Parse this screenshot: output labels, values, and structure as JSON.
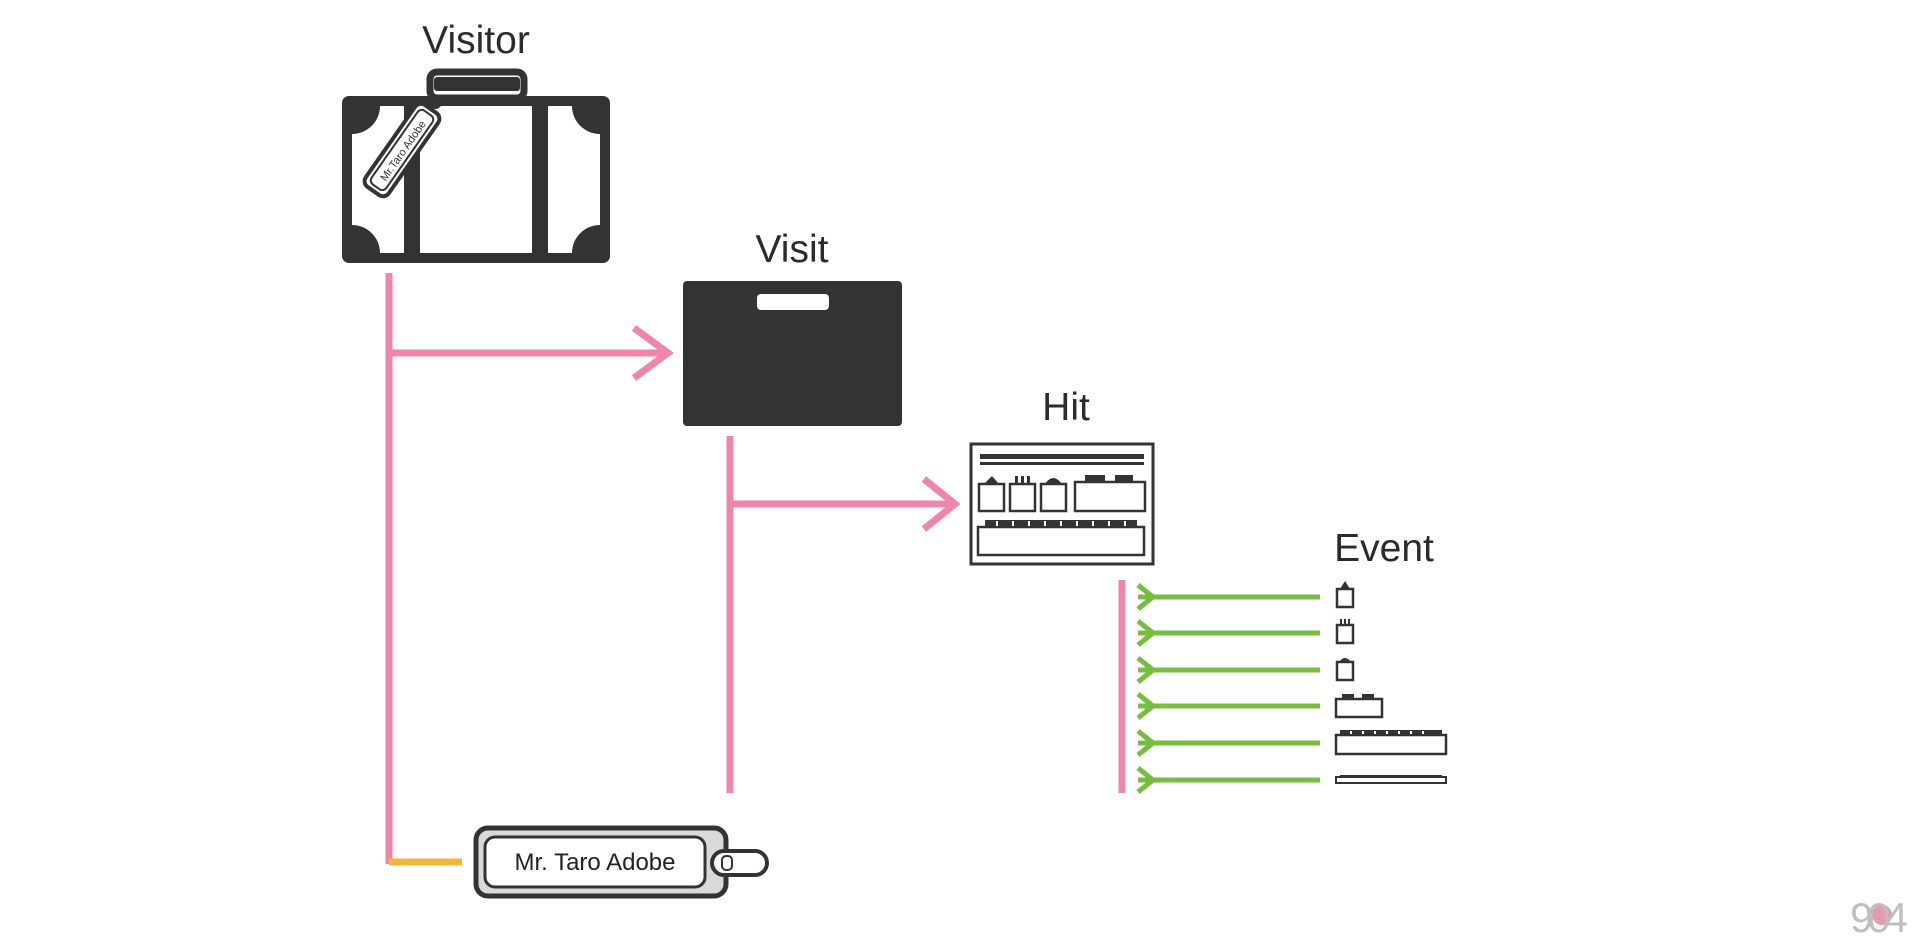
{
  "diagram": {
    "labels": {
      "visitor": "Visitor",
      "visit": "Visit",
      "hit": "Hit",
      "event": "Event"
    },
    "suitcase_tag_text": "Mr.Taro Adobe",
    "id_tag_text": "Mr. Taro Adobe",
    "watermark_text": "904",
    "colors": {
      "ink": "#333333",
      "pink_connector": "#ee86ac",
      "green_connector": "#77bd42",
      "yellow_connector": "#f2b63c",
      "watermark_dot": "#e69aae",
      "watermark": "#bfbfbf"
    },
    "icons": {
      "visitor": "suitcase-icon",
      "visit": "bag-icon",
      "hit": "item-tray-icon",
      "events": [
        "bottle-icon",
        "can-icon",
        "jar-icon",
        "case-icon",
        "keyboard-icon",
        "plate-icon"
      ],
      "id": "name-tag-icon"
    }
  }
}
